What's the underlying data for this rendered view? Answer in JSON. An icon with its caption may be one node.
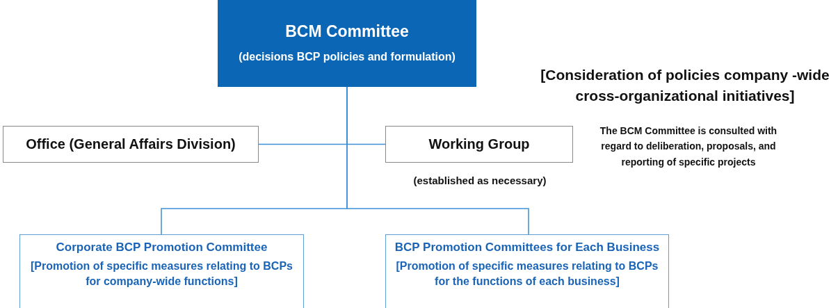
{
  "diagram": {
    "nodes": [
      {
        "text": [
          "BCM Committee",
          "(decisions BCP policies and formulation)"
        ]
      },
      {
        "text": [
          "Office (General Affairs Division)"
        ]
      },
      {
        "text": [
          "Working Group"
        ],
        "beside": [
          "(established as necessary)"
        ]
      },
      {
        "text": [
          "Corporate BCP Promotion Committee",
          "[Promotion of specific measures relating to BCPs for company-wide functions]"
        ]
      },
      {
        "text": [
          "BCP Promotion Committees for Each Business",
          "[Promotion of specific measures relating to BCPs for the functions of each business]"
        ]
      }
    ],
    "edges": [
      {
        "from": 0,
        "to": 1,
        "arrow": "none"
      },
      {
        "from": 0,
        "to": 2,
        "arrow": "none"
      },
      {
        "from": 0,
        "to": 3,
        "arrow": "none"
      },
      {
        "from": 0,
        "to": 4,
        "arrow": "none"
      }
    ],
    "labels": [
      "[Consideration of policies company -wide cross-organizational initiatives]",
      "The BCM Committee is consulted with regard to deliberation, proposals, and reporting of specific projects"
    ]
  }
}
